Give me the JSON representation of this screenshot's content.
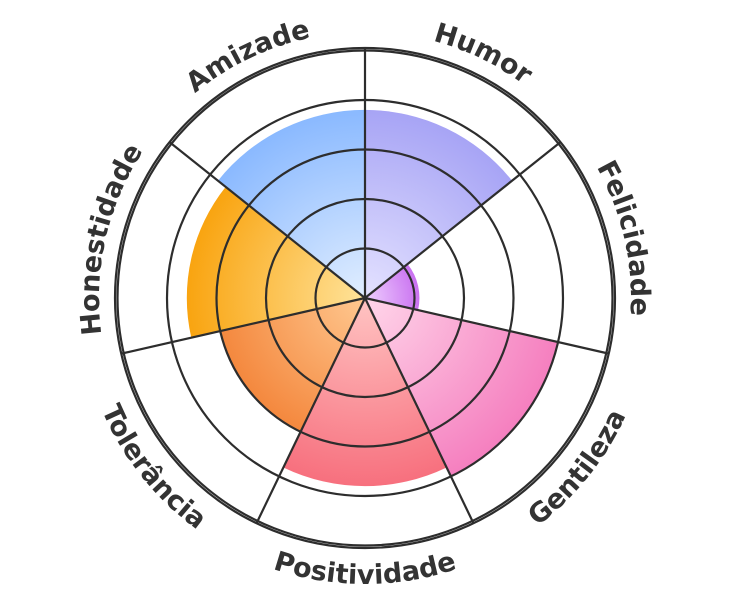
{
  "chart_data": {
    "type": "radial-bar",
    "max_level": 5,
    "segments": [
      {
        "label": "Humor",
        "value": 3.8,
        "color_outer": "#a7a4f5",
        "color_inner": "#e4e2ff"
      },
      {
        "label": "Felicidade",
        "value": 1.1,
        "color_outer": "#c971f0",
        "color_inner": "#efd0ff"
      },
      {
        "label": "Gentileza",
        "value": 4.0,
        "color_outer": "#f57fbf",
        "color_inner": "#ffd6ea"
      },
      {
        "label": "Positividade",
        "value": 3.8,
        "color_outer": "#f7707e",
        "color_inner": "#ffc4c3"
      },
      {
        "label": "Tolerância",
        "value": 3.0,
        "color_outer": "#f4883e",
        "color_inner": "#ffc890"
      },
      {
        "label": "Honestidade",
        "value": 3.6,
        "color_outer": "#f9a410",
        "color_inner": "#ffe39a"
      },
      {
        "label": "Amizade",
        "value": 3.8,
        "color_outer": "#8ab9ff",
        "color_inner": "#e1eeff"
      }
    ]
  }
}
